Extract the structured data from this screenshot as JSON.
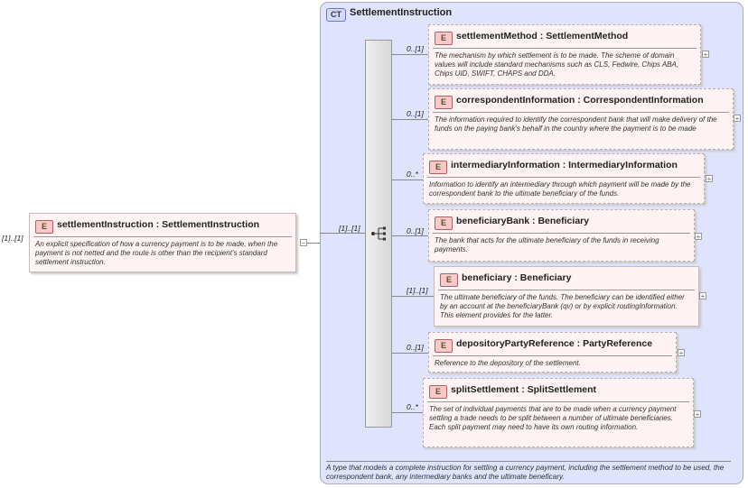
{
  "root": {
    "multiplicity": "[1]..[1]",
    "tag": "E",
    "name": "settlementInstruction",
    "type": "SettlementInstruction",
    "sep": ":",
    "description": "An explicit specification of how a currency payment is to be made, when the payment is not netted and the route is other than the recipient's standard settlement instruction.",
    "collapse_symbol": "−"
  },
  "complex_type": {
    "tag": "CT",
    "name": "SettlementInstruction",
    "sequence_multiplicity": "[1]..[1]",
    "description": "A type that models a complete instruction for settling a currency payment, including the settlement method to be used, the correspondent bank, any intermediary banks and the ultimate beneficary."
  },
  "children": [
    {
      "multiplicity": "0..[1]",
      "tag": "E",
      "name": "settlementMethod",
      "type": "SettlementMethod",
      "optional": true,
      "description": "The mechanism by which settlement is to be made. The scheme of domain values will include standard mechanisms such as CLS, Fedwire, Chips ABA, Chips UID, SWIFT, CHAPS and DDA.",
      "expand_symbol": "+"
    },
    {
      "multiplicity": "0..[1]",
      "tag": "E",
      "name": "correspondentInformation",
      "type": "CorrespondentInformation",
      "optional": true,
      "description": "The information required to identify the correspondent bank that will make delivery of the funds on the paying bank's behalf in the country where the payment is to be made",
      "expand_symbol": "+"
    },
    {
      "multiplicity": "0..*",
      "tag": "E",
      "name": "intermediaryInformation",
      "type": "IntermediaryInformation",
      "optional": true,
      "description": "Information to identify an intermediary through which payment will be made by the correspondent bank to the ultimate beneficiary of the funds.",
      "expand_symbol": "+"
    },
    {
      "multiplicity": "0..[1]",
      "tag": "E",
      "name": "beneficiaryBank",
      "type": "Beneficiary",
      "optional": true,
      "description": "The bank that acts for the ultimate beneficiary of the funds in receiving payments.",
      "expand_symbol": "+"
    },
    {
      "multiplicity": "[1]..[1]",
      "tag": "E",
      "name": "beneficiary",
      "type": "Beneficiary",
      "optional": false,
      "description": "The ultimate beneficiary of the funds. The beneficiary can be identified either by an account at the beneficiaryBank (qv) or by explicit routingInformation. This element provides for the latter.",
      "expand_symbol": "+"
    },
    {
      "multiplicity": "0..[1]",
      "tag": "E",
      "name": "depositoryPartyReference",
      "type": "PartyReference",
      "optional": true,
      "description": "Reference to the depository of the settlement.",
      "expand_symbol": "+"
    },
    {
      "multiplicity": "0..*",
      "tag": "E",
      "name": "splitSettlement",
      "type": "SplitSettlement",
      "optional": true,
      "description": "The set of individual payments that are to be made when a currency payment settling a trade needs to be split between a number of ultimate beneficiaries. Each split payment may need to have its own routing information.",
      "expand_symbol": "+"
    }
  ]
}
